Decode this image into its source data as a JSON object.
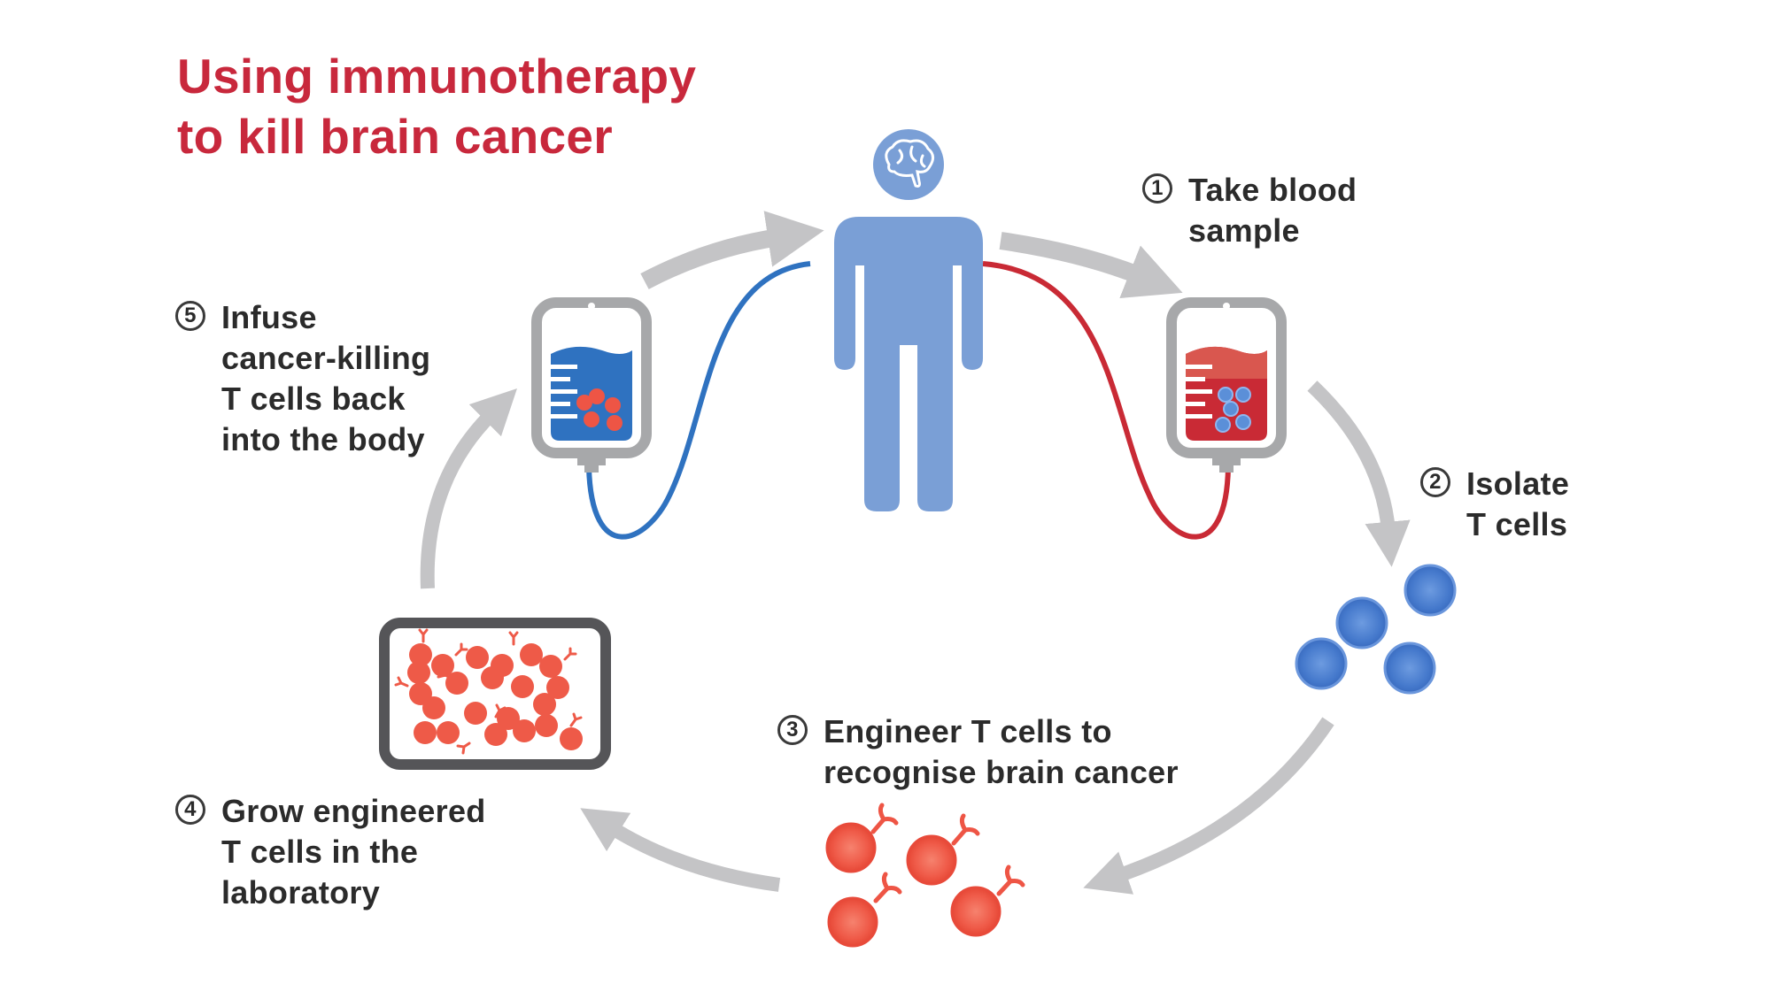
{
  "title": {
    "line1": "Using immunotherapy",
    "line2": "to kill brain cancer"
  },
  "steps": [
    {
      "number": "1",
      "lines": [
        "Take blood",
        "sample"
      ]
    },
    {
      "number": "2",
      "lines": [
        "Isolate",
        "T cells"
      ]
    },
    {
      "number": "3",
      "lines": [
        "Engineer T cells to",
        "recognise brain cancer"
      ]
    },
    {
      "number": "4",
      "lines": [
        "Grow engineered",
        "T cells in the",
        "laboratory"
      ]
    },
    {
      "number": "5",
      "lines": [
        "Infuse",
        "cancer-killing",
        "T cells back",
        "into the body"
      ]
    }
  ],
  "colors": {
    "title_red": "#c8283c",
    "person_blue": "#7a9fd6",
    "tube_blue": "#2f72c0",
    "tube_red": "#c92a35",
    "arrow_gray": "#c4c4c6",
    "bag_gray": "#a7a8aa",
    "tcell_blue": "#4a7fcf",
    "engineered_red": "#ee5545",
    "dish_dark": "#555558"
  }
}
